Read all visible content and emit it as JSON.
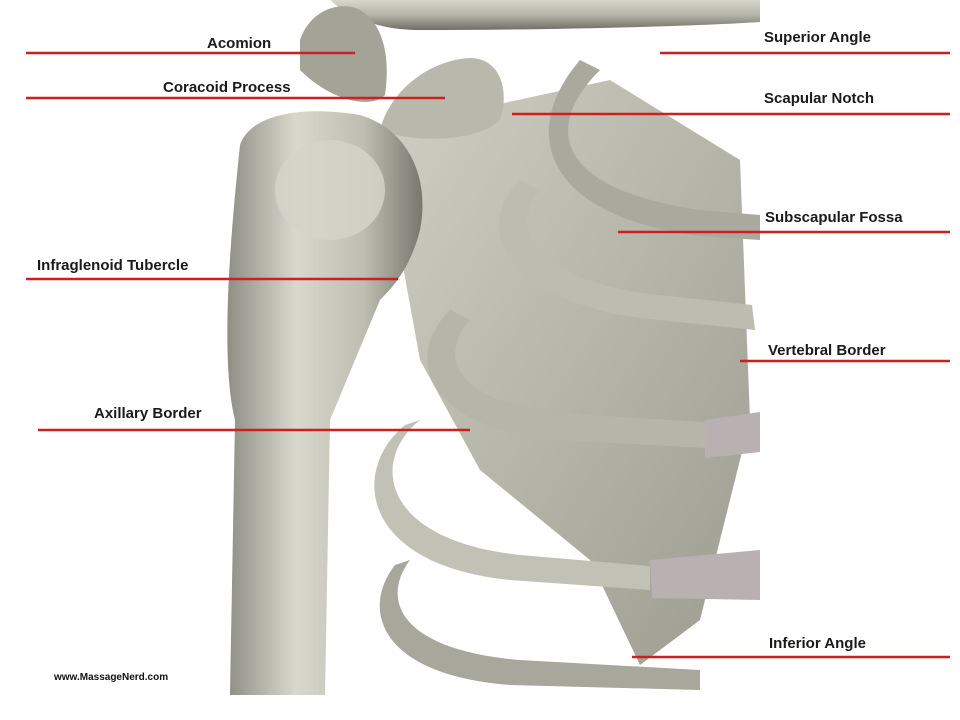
{
  "labels": {
    "acromion": "Acomion",
    "coracoid_process": "Coracoid Process",
    "infraglenoid_tubercle": "Infraglenoid Tubercle",
    "axillary_border": "Axillary Border",
    "superior_angle": "Superior Angle",
    "scapular_notch": "Scapular Notch",
    "subscapular_fossa": "Subscapular Fossa",
    "vertebral_border": "Vertebral Border",
    "inferior_angle": "Inferior Angle"
  },
  "watermark": "www.MassageNerd.com",
  "colors": {
    "leader_line": "#cc1f1f",
    "bone": "#c9c9bd",
    "bone_shadow": "#6f6f66",
    "background": "#ffffff"
  }
}
